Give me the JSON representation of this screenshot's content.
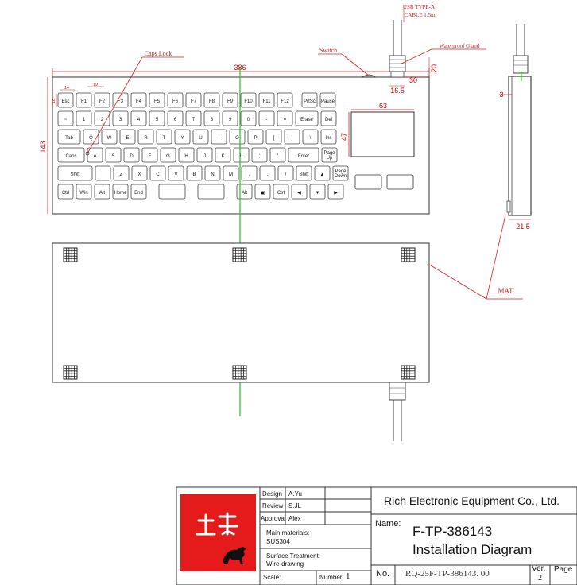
{
  "annotations": {
    "usb": "USB TYPE-A",
    "cable": "CABLE 1.5m",
    "gland": "Waterproof Gland",
    "switch": "Switch",
    "caps": "Caps Lock",
    "mat": "MAT"
  },
  "dimensions": {
    "width": "386",
    "height": "143",
    "pad_w": "63",
    "pad_h": "47",
    "d30": "30",
    "d20": "20",
    "d16": "16.5",
    "d3": "3",
    "d21": "21.5",
    "d18": "18",
    "d19": "19",
    "d14": "14"
  },
  "keyboard": {
    "rows": [
      [
        "Esc",
        "F1",
        "F2",
        "F3",
        "F4",
        "F5",
        "F6",
        "F7",
        "F8",
        "F9",
        "F10",
        "F11",
        "F12",
        "PrtSc",
        "Pause"
      ],
      [
        "~",
        "1",
        "2",
        "3",
        "4",
        "5",
        "6",
        "7",
        "8",
        "9",
        "0",
        "-",
        "=",
        "Erase",
        "Del"
      ],
      [
        "Tab",
        "Q",
        "W",
        "E",
        "R",
        "T",
        "Y",
        "U",
        "I",
        "O",
        "P",
        "[",
        "]",
        "\\",
        "Ins"
      ],
      [
        "Caps",
        "A",
        "S",
        "D",
        "F",
        "G",
        "H",
        "J",
        "K",
        "L",
        ";",
        "'",
        "Enter",
        "Page Up"
      ],
      [
        "Shift",
        "",
        "Z",
        "X",
        "C",
        "V",
        "B",
        "N",
        "M",
        ",",
        ".",
        "/",
        "Shift",
        "▲",
        "Page Down"
      ],
      [
        "Ctrl",
        "Win",
        "Alt",
        "Home",
        "End",
        "",
        "",
        "Alt",
        "▣",
        "Ctrl",
        "◀",
        "▼",
        "▶"
      ]
    ]
  },
  "title_block": {
    "design_label": "Design",
    "design_value": "A.Yu",
    "review_label": "Review",
    "review_value": "S.JL",
    "approval_label": "Approval",
    "approval_value": "Alex",
    "material_label": "Main materials:",
    "material_value": "SUS304",
    "surface_label": "Surface Treatment:",
    "surface_value": "Wire-drawing",
    "scale_label": "Scale:",
    "number_label": "Number:",
    "number_value": "1",
    "company": "Rich Electronic Equipment Co., Ltd.",
    "name_label": "Name:",
    "model": "F-TP-386143",
    "doc_title": "Installation Diagram",
    "no_label": "No.",
    "doc_no": "RQ-25F-TP-386143. 00",
    "ver_label": "Ver.",
    "ver_value": "2",
    "page_label": "Page"
  }
}
